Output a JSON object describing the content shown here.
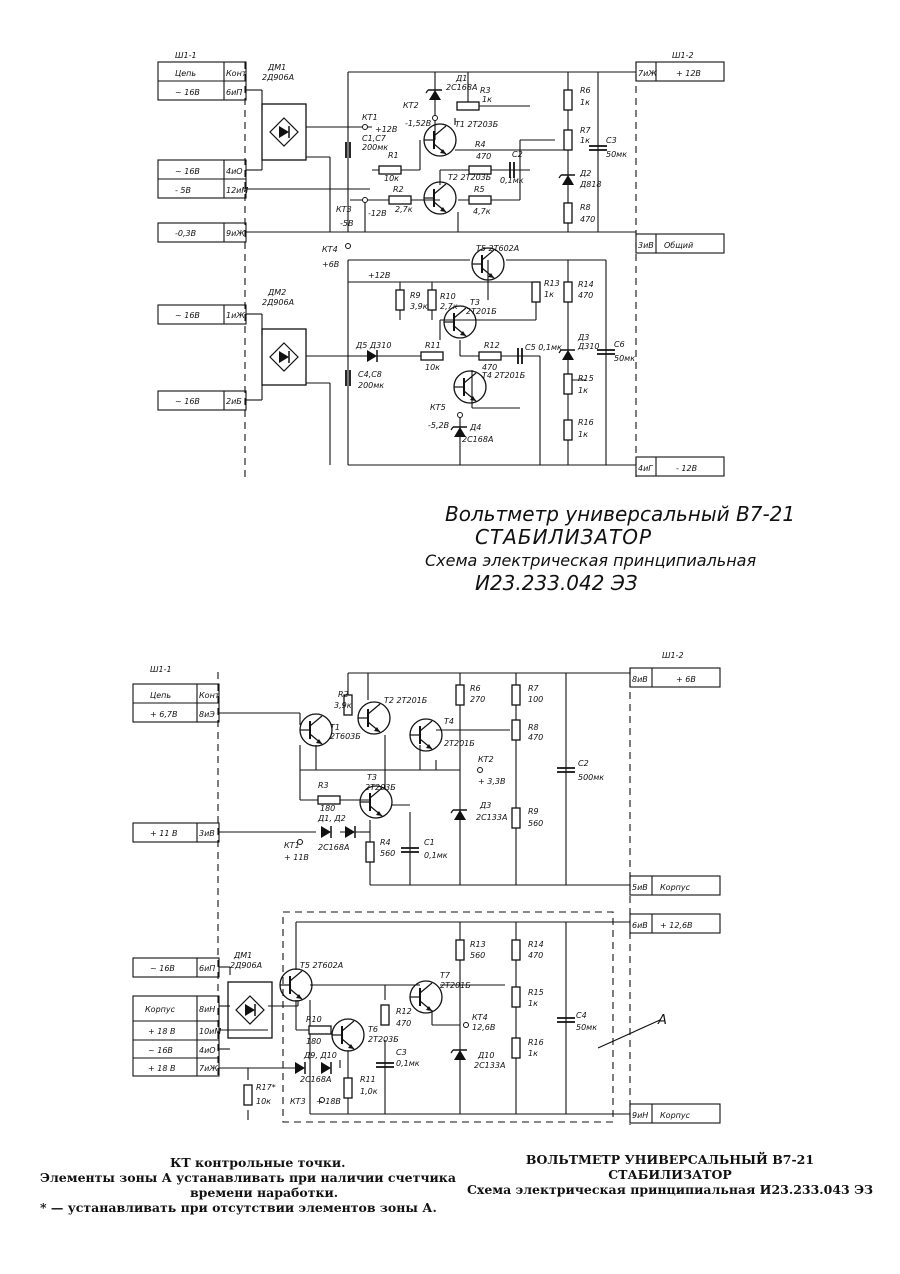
{
  "diagram1": {
    "connector_left": "Ш1-1",
    "connector_right": "Ш1-2",
    "left_pins": [
      {
        "label": "Цепь",
        "pin": "Конт"
      },
      {
        "label": "~ 16В",
        "pin": "6иП"
      },
      {
        "label": "~ 16В",
        "pin": "4иО"
      },
      {
        "label": "- 5В",
        "pin": "12иМ"
      },
      {
        "label": "-0,3В",
        "pin": "9иЖ"
      },
      {
        "label": "~ 16В",
        "pin": "1иЖ"
      },
      {
        "label": "~ 16В",
        "pin": "2иБ"
      }
    ],
    "right_pins": [
      {
        "pin": "7иЖ",
        "label": "+ 12В"
      },
      {
        "pin": "3иВ",
        "label": "Общий"
      },
      {
        "pin": "4иГ",
        "label": "- 12В"
      }
    ],
    "components": {
      "dm1": "ДМ1",
      "dm1_type": "2Д906А",
      "dm2": "ДМ2",
      "dm2_type": "2Д906А",
      "d1": "Д1",
      "d1_type": "2С168А",
      "r3": "R3",
      "r3_val": "1к",
      "kt2": "КТ2",
      "kt2_v": "-1,52В",
      "t1": "Т1 2Т203Б",
      "kt1": "КТ1",
      "kt1_v": "+12В",
      "c1": "С1,С7",
      "c1_val": "200мк",
      "r1": "R1",
      "r1_val": "10к",
      "r4": "R4",
      "r4_val": "470",
      "c2": "С2",
      "c2_val": "0,1мк",
      "t2": "Т2 2Т203Б",
      "r2": "R2",
      "r2_val": "2,7к",
      "r5": "R5",
      "r5_val": "4,7к",
      "kt3": "КТ3",
      "kt3_v": "-5В",
      "m12": "-12В",
      "r6": "R6",
      "r6_val": "1к",
      "r7": "R7",
      "r7_val": "1к",
      "c3": "С3",
      "c3_val": "50мк",
      "d2": "Д2",
      "d2_type": "Д818",
      "r8": "R8",
      "r8_val": "470",
      "kt4": "КТ4",
      "kt4_v": "+6В",
      "p12": "+12В",
      "t5": "Т5 2Т602А",
      "r9": "R9",
      "r9_val": "3,9к",
      "r10": "R10",
      "r10_val": "2,7к",
      "t3": "Т3",
      "t3_type": "2Т201Б",
      "r13": "R13",
      "r13_val": "1к",
      "r14": "R14",
      "r14_val": "470",
      "d5": "Д5 Д310",
      "r11": "R11",
      "r11_val": "10к",
      "r12": "R12",
      "r12_val": "470",
      "c5": "С5 0,1мк",
      "t4": "Т4 2Т201Б",
      "d3": "Д3",
      "d3_type": "Д310",
      "c6": "С6",
      "c6_val": "50мк",
      "c4": "С4,С8",
      "c4_val": "200мк",
      "r15": "R15",
      "r15_val": "1к",
      "kt5": "КТ5",
      "kt5_v": "-5,2В",
      "d4": "Д4",
      "d4_type": "2С168А",
      "r16": "R16",
      "r16_val": "1к"
    },
    "title": {
      "line1": "Вольтметр универсальный В7-21",
      "line2": "СТАБИЛИЗАТОР",
      "line3": "Схема электрическая принципиальная",
      "line4": "И23.233.042 ЭЗ"
    }
  },
  "diagram2": {
    "connector_left": "Ш1-1",
    "connector_right": "Ш1-2",
    "left_pins": [
      {
        "label": "Цепь",
        "pin": "Конт"
      },
      {
        "label": "+ 6,7В",
        "pin": "8иЭ"
      },
      {
        "label": "+ 11 В",
        "pin": "3иВ"
      },
      {
        "label": "~ 16В",
        "pin": "6иП"
      },
      {
        "label": "Корпус",
        "pin": "8иН"
      },
      {
        "label": "+ 18 В",
        "pin": "10иМ"
      },
      {
        "label": "~ 16В",
        "pin": "4иО"
      },
      {
        "label": "+ 18 В",
        "pin": "7иЖ"
      }
    ],
    "right_pins": [
      {
        "pin": "8иВ",
        "label": "+ 6В"
      },
      {
        "pin": "5иВ",
        "label": "Корпус"
      },
      {
        "pin": "6иВ",
        "label": "+ 12,6В"
      },
      {
        "pin": "9иН",
        "label": "Корпус"
      }
    ],
    "components": {
      "r2": "R2",
      "r2_val": "3,9к",
      "t2": "Т2 2Т201Б",
      "t1": "Т1",
      "t1_type": "2Т603Б",
      "r6": "R6",
      "r6_val": "270",
      "r7": "R7",
      "r7_val": "100",
      "r8": "R8",
      "r8_val": "470",
      "t4": "Т4",
      "t4_type": "2Т201Б",
      "kt2": "КТ2",
      "kt2_v": "+ 3,3В",
      "c2": "С2",
      "c2_val": "500мк",
      "r3": "R3",
      "r3_val": "180",
      "t3": "Т3",
      "t3_type": "2Т203Б",
      "d3": "Д3",
      "d3_type": "2С133А",
      "r9": "R9",
      "r9_val": "560",
      "d1": "Д1, Д2",
      "d1_type": "2С168А",
      "r4": "R4",
      "r4_val": "560",
      "c1": "С1",
      "c1_val": "0,1мк",
      "kt1": "КТ1",
      "kt1_v": "+ 11В",
      "dm1": "ДМ1",
      "dm1_type": "2Д906А",
      "r13": "R13",
      "r13_val": "560",
      "r14": "R14",
      "r14_val": "470",
      "t5": "Т5 2Т602А",
      "t7": "Т7",
      "t7_type": "2Т201Б",
      "r12": "R12",
      "r12_val": "470",
      "r15": "R15",
      "r15_val": "1к",
      "kt4": "КТ4",
      "kt4_v": "12,6В",
      "c4": "С4",
      "c4_val": "50мк",
      "zone": "А",
      "r10": "R10",
      "r10_val": "180",
      "t6": "Т6",
      "t6_type": "2Т203Б",
      "d9": "Д9, Д10",
      "d9_type": "2С168А",
      "c3": "С3",
      "c3_val": "0,1мк",
      "d10": "Д10",
      "d10_type": "2С133А",
      "r16": "R16",
      "r16_val": "1к",
      "r11": "R11",
      "r11_val": "1,0к",
      "r17": "R17*",
      "r17_val": "10к",
      "kt3": "КТ3",
      "kt3_v": "+ 18В"
    },
    "notes": {
      "line1": "КТ контрольные точки.",
      "line2": "Элементы зоны А устанавливать при наличии счетчика",
      "line3": "времени наработки.",
      "line4": "* — устанавливать при отсутствии элементов зоны А."
    },
    "title": {
      "line1": "ВОЛЬТМЕТР УНИВЕРСАЛЬНЫЙ В7-21",
      "line2": "СТАБИЛИЗАТОР",
      "line3": "Схема электрическая принципиальная И23.233.043 ЭЗ"
    }
  }
}
